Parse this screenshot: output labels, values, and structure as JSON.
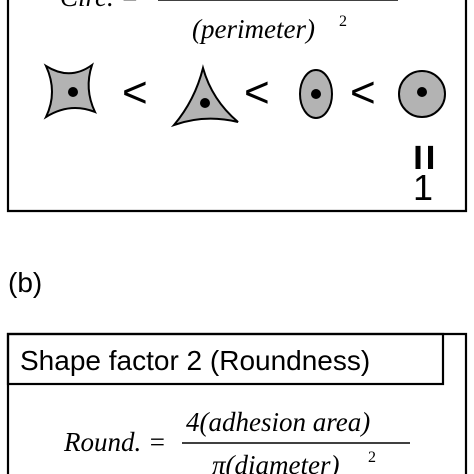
{
  "panel_a": {
    "formula": {
      "lhs": "Circ. =",
      "denominator_base": "(perimeter)",
      "denominator_exp": "2"
    },
    "ordering": {
      "less_than_1": "<",
      "less_than_2": "<",
      "less_than_3": "<"
    },
    "equality": {
      "equals_sign": "=",
      "value": "1"
    }
  },
  "panel_b": {
    "label": "(b)",
    "header": "Shape factor 2 (Roundness)",
    "formula": {
      "lhs": "Round. =",
      "numerator": "4(adhesion area)",
      "denominator_base": "π(diameter)",
      "denominator_exp": "2"
    }
  },
  "colors": {
    "cell_fill": "#b3b3b3",
    "nucleus": "#000000",
    "stroke": "#000000",
    "background": "#ffffff"
  }
}
